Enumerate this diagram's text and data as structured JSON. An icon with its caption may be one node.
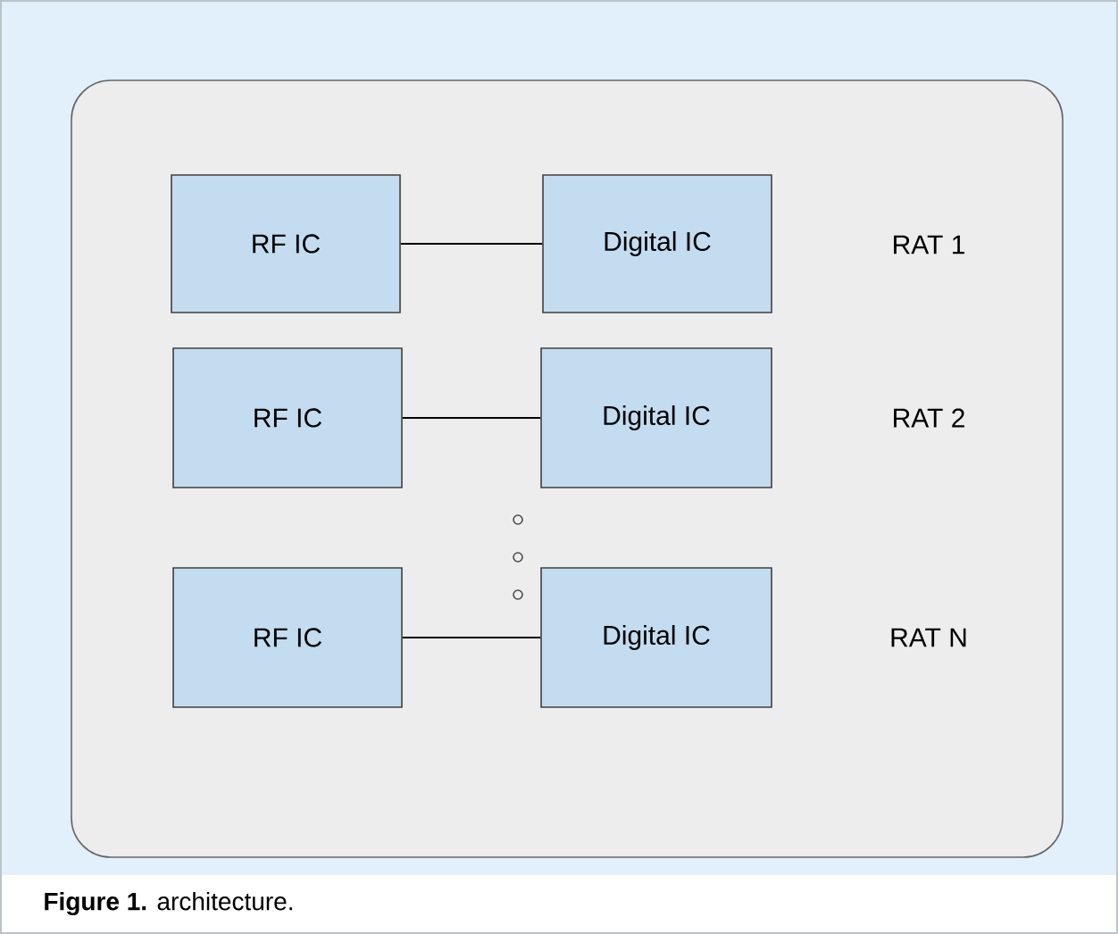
{
  "diagram": {
    "caption": "**Figure 1.**  architecture.",
    "nodes": [
      {
        "text": [],
        "shape": "box"
      },
      {
        "text": [
          "RF IC"
        ],
        "in": 0
      },
      {
        "text": [
          "Digital IC"
        ],
        "in": 0
      },
      {
        "text": [
          "RF IC"
        ],
        "in": 0
      },
      {
        "text": [
          "Digital IC"
        ],
        "in": 0
      },
      {
        "text": [
          "RF IC"
        ],
        "in": 0
      },
      {
        "text": [
          "Digital IC"
        ],
        "in": 0
      }
    ],
    "edges": [
      {
        "from": 1,
        "to": 2,
        "arrow": "none"
      },
      {
        "from": 3,
        "to": 4,
        "arrow": "none"
      },
      {
        "from": 5,
        "to": 6,
        "arrow": "none"
      }
    ],
    "labels": [
      "RAT 1",
      "RAT 2",
      "RAT N"
    ]
  }
}
